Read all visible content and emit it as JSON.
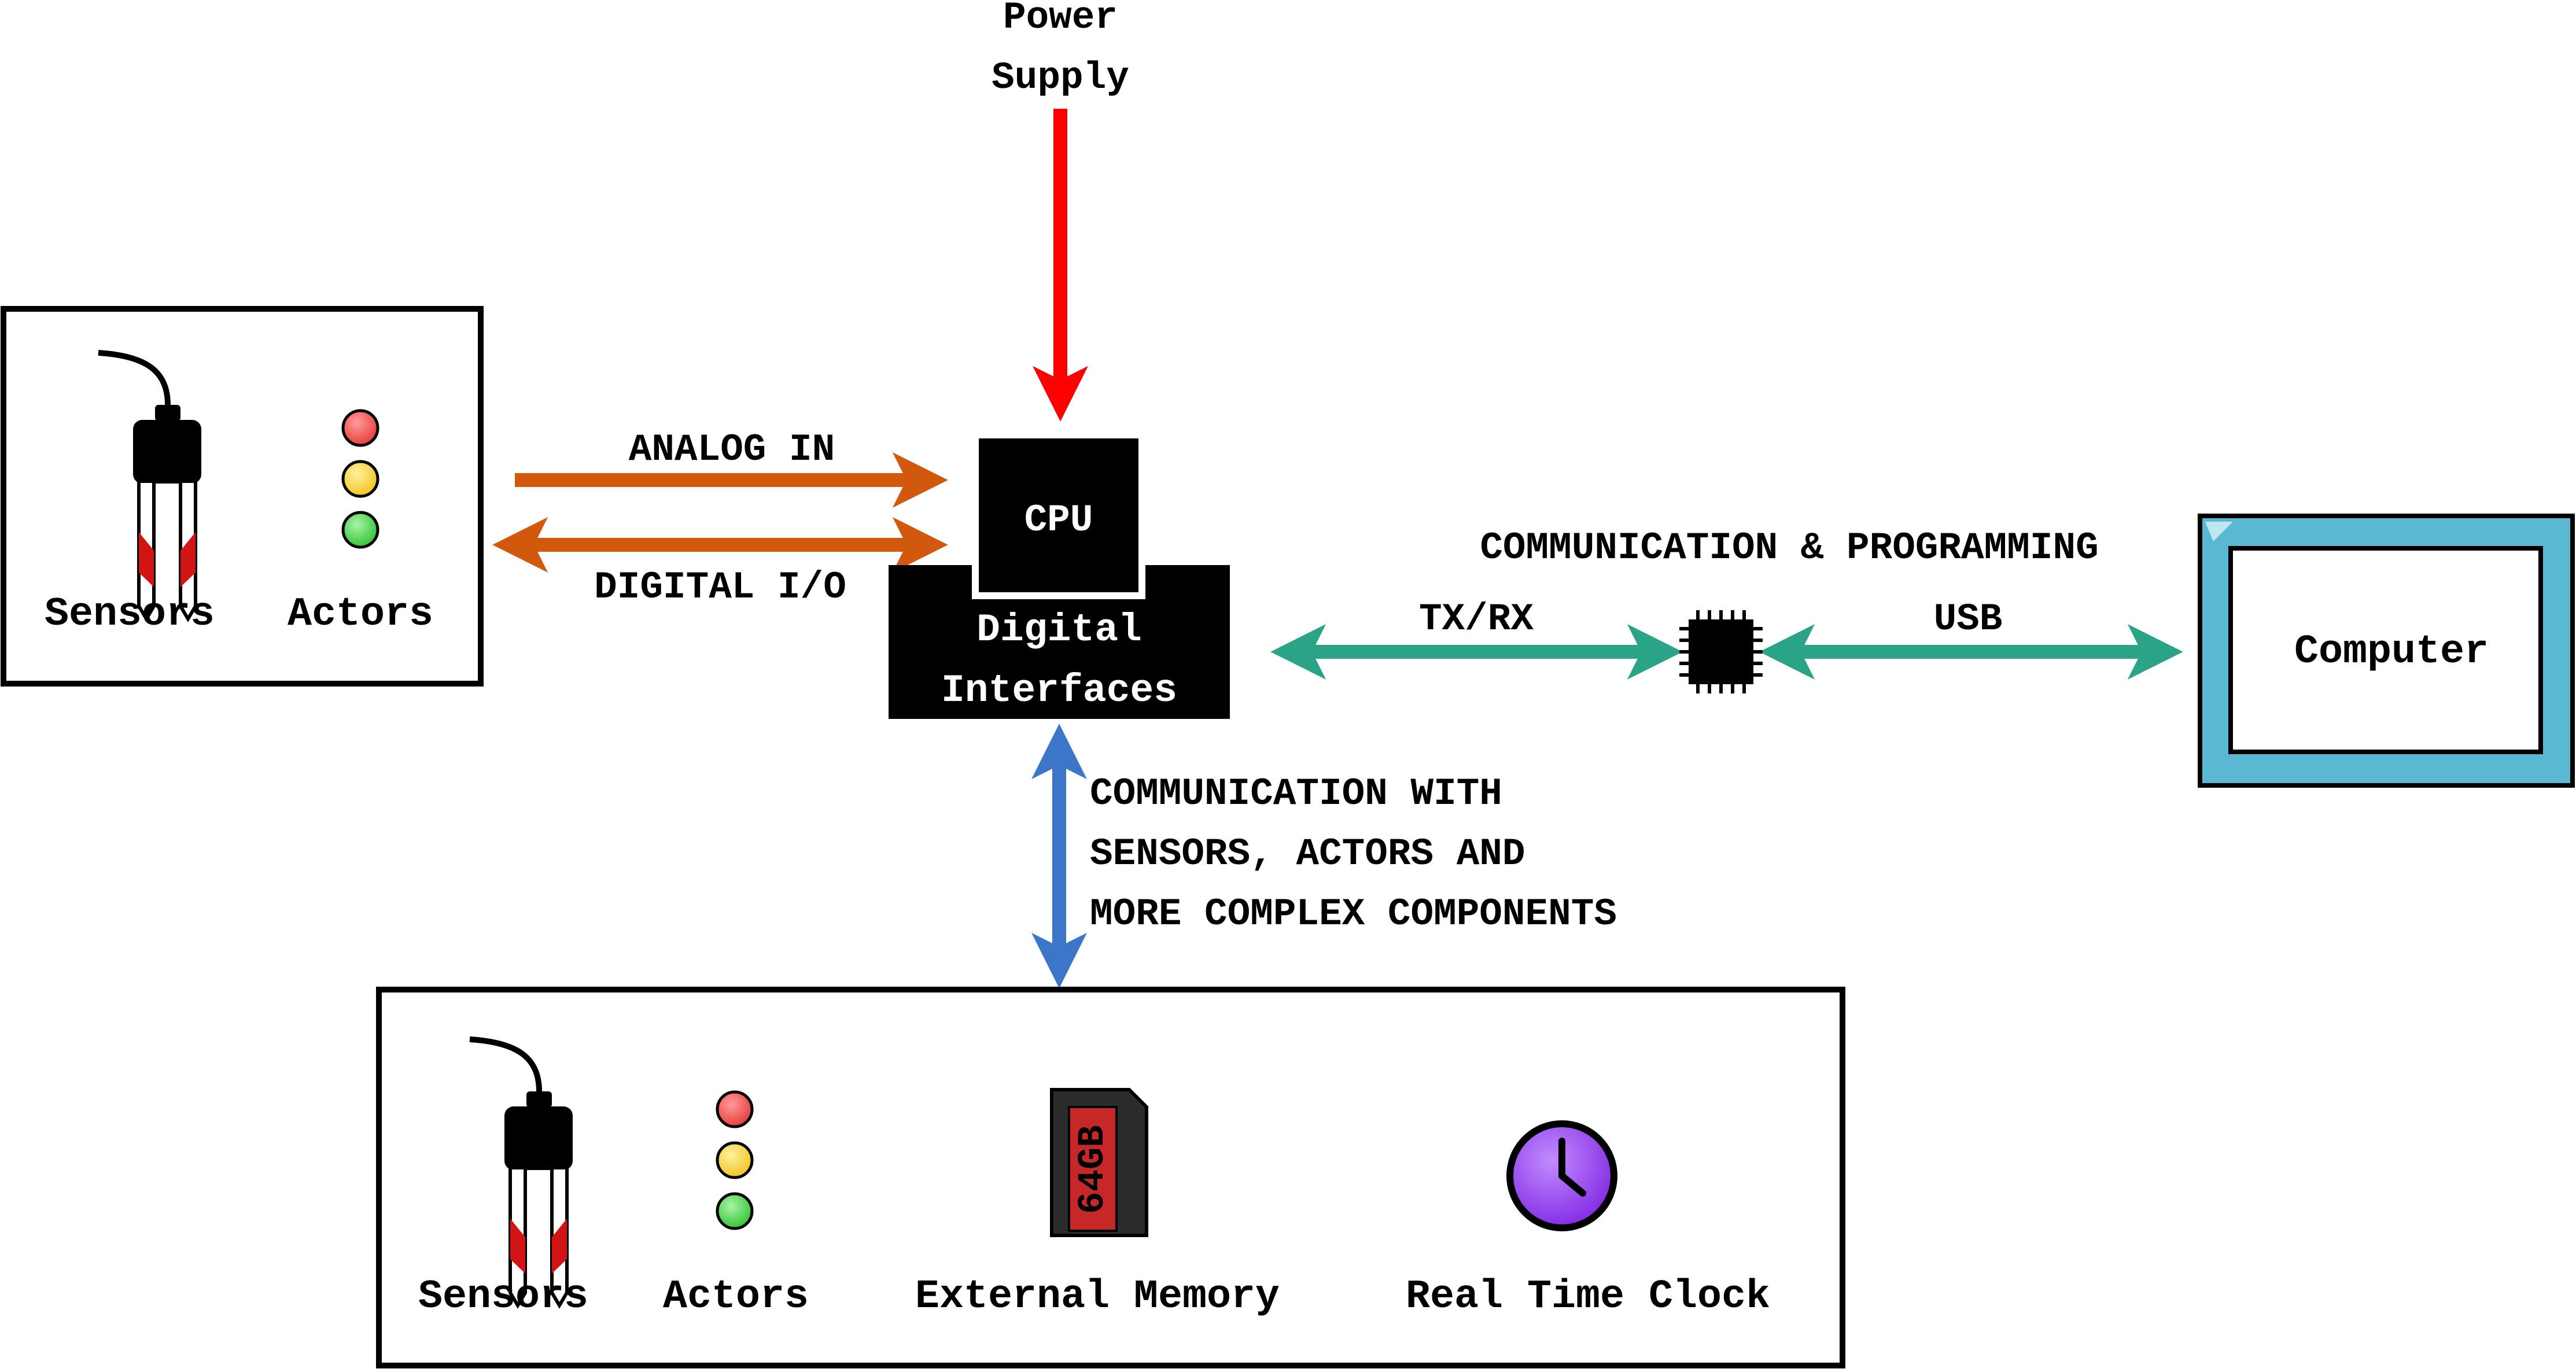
{
  "power_supply": {
    "line1": "Power",
    "line2": "Supply"
  },
  "left_panel": {
    "sensors_label": "Sensors",
    "actors_label": "Actors"
  },
  "left_links": {
    "analog_label": "ANALOG IN",
    "digital_label": "DIGITAL I/O"
  },
  "cpu": {
    "cpu_label": "CPU",
    "interfaces_line1": "Digital",
    "interfaces_line2": "Interfaces"
  },
  "comm_link": {
    "title": "COMMUNICATION & PROGRAMMING",
    "txrx_label": "TX/RX",
    "usb_label": "USB"
  },
  "computer": {
    "label": "Computer"
  },
  "bottom_link": {
    "line1": "COMMUNICATION WITH",
    "line2": "SENSORS, ACTORS AND",
    "line3": "MORE COMPLEX COMPONENTS"
  },
  "bottom_panel": {
    "sensors_label": "Sensors",
    "actors_label": "Actors",
    "memory_label": "External Memory",
    "memory_card_text": "64GB",
    "clock_label": "Real Time Clock"
  },
  "colors": {
    "power_arrow": "#ff0000",
    "analog_digital_arrows": "#d2580d",
    "comm_arrows": "#2aa387",
    "bottom_arrow": "#3b76c9",
    "computer_frame": "#5ab8d3",
    "led_red": "#e53935",
    "led_yellow": "#f2c21b",
    "led_green": "#2fc02f",
    "sensor_red": "#d21414",
    "sd_card": "#c62828",
    "clock_face": "#8a2be2"
  },
  "icons": [
    "sensor-probe-icon",
    "traffic-light-icon",
    "sd-card-icon",
    "clock-icon",
    "microchip-icon"
  ]
}
